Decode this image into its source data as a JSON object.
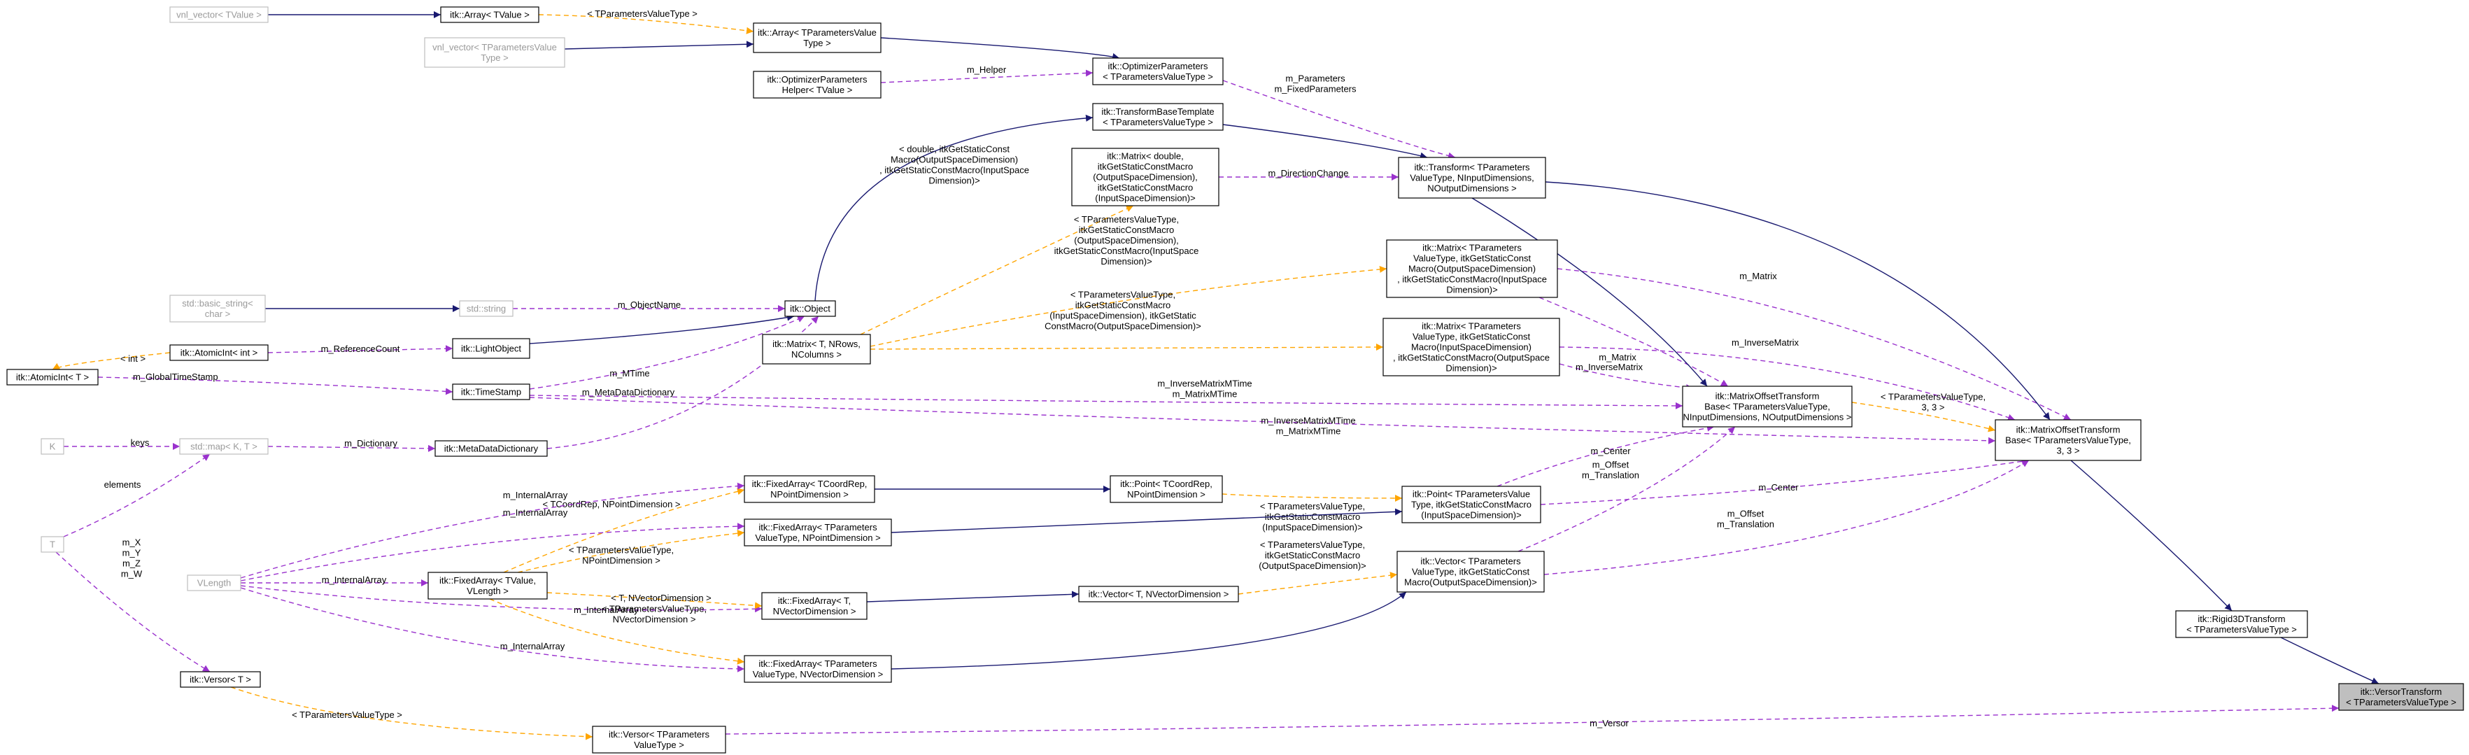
{
  "diagram": {
    "nodes": [
      {
        "id": "vnl_vector_tvalue",
        "label": [
          "vnl_vector< TValue >"
        ],
        "gray": true
      },
      {
        "id": "array_tvalue",
        "label": [
          "itk::Array< TValue >"
        ]
      },
      {
        "id": "array_tparams",
        "label": [
          "itk::Array< TParametersValue",
          "Type >"
        ]
      },
      {
        "id": "vnl_vector_tparams",
        "label": [
          "vnl_vector< TParametersValue",
          "Type >"
        ],
        "gray": true
      },
      {
        "id": "optimizer_params",
        "label": [
          "itk::OptimizerParameters",
          "< TParametersValueType >"
        ]
      },
      {
        "id": "optimizer_params_helper",
        "label": [
          "itk::OptimizerParameters",
          "Helper< TValue >"
        ]
      },
      {
        "id": "transform_base_template",
        "label": [
          "itk::TransformBaseTemplate",
          "< TParametersValueType >"
        ]
      },
      {
        "id": "matrix_double",
        "label": [
          "itk::Matrix< double,",
          "itkGetStaticConstMacro",
          "(OutputSpaceDimension),",
          "itkGetStaticConstMacro",
          "(InputSpaceDimension)>"
        ]
      },
      {
        "id": "transform_main",
        "label": [
          "itk::Transform< TParameters",
          "ValueType, NInputDimensions,",
          "NOutputDimensions >"
        ]
      },
      {
        "id": "std_basic_string",
        "label": [
          "std::basic_string<",
          "char >"
        ],
        "gray": true
      },
      {
        "id": "std_string",
        "label": [
          "std::string"
        ],
        "gray": true
      },
      {
        "id": "itk_object",
        "label": [
          "itk::Object"
        ]
      },
      {
        "id": "matrix_t_nrows",
        "label": [
          "itk::Matrix< T, NRows,",
          "NColumns >"
        ]
      },
      {
        "id": "matrix_tparams_out_in",
        "label": [
          "itk::Matrix< TParameters",
          "ValueType, itkGetStaticConst",
          "Macro(OutputSpaceDimension)",
          ", itkGetStaticConstMacro(InputSpace",
          "Dimension)>"
        ]
      },
      {
        "id": "matrix_tparams_in_out",
        "label": [
          "itk::Matrix< TParameters",
          "ValueType, itkGetStaticConst",
          "Macro(InputSpaceDimension)",
          ", itkGetStaticConstMacro(OutputSpace",
          "Dimension)>"
        ]
      },
      {
        "id": "atomicint_int",
        "label": [
          "itk::AtomicInt< int >"
        ]
      },
      {
        "id": "light_object",
        "label": [
          "itk::LightObject"
        ]
      },
      {
        "id": "atomicint_t",
        "label": [
          "itk::AtomicInt< T >"
        ]
      },
      {
        "id": "timestamp",
        "label": [
          "itk::TimeStamp"
        ]
      },
      {
        "id": "matrix_offset_base_generic",
        "label": [
          "itk::MatrixOffsetTransform",
          "Base< TParametersValueType,",
          "NInputDimensions, NOutputDimensions >"
        ]
      },
      {
        "id": "matrix_offset_base_33",
        "label": [
          "itk::MatrixOffsetTransform",
          "Base< TParametersValueType,",
          "3, 3 >"
        ]
      },
      {
        "id": "k_node",
        "label": [
          "K"
        ],
        "gray": true
      },
      {
        "id": "std_map",
        "label": [
          "std::map< K, T >"
        ],
        "gray": true
      },
      {
        "id": "metadata_dictionary",
        "label": [
          "itk::MetaDataDictionary"
        ]
      },
      {
        "id": "fixedarray_tcoordrep",
        "label": [
          "itk::FixedArray< TCoordRep,",
          "NPointDimension >"
        ]
      },
      {
        "id": "point_tcoordrep",
        "label": [
          "itk::Point< TCoordRep,",
          "NPointDimension >"
        ]
      },
      {
        "id": "point_tparams",
        "label": [
          "itk::Point< TParametersValue",
          "Type, itkGetStaticConstMacro",
          "(InputSpaceDimension)>"
        ]
      },
      {
        "id": "t_node",
        "label": [
          "T"
        ],
        "gray": true
      },
      {
        "id": "fixedarray_tparams_npoint",
        "label": [
          "itk::FixedArray< TParameters",
          "ValueType, NPointDimension >"
        ]
      },
      {
        "id": "vlength",
        "label": [
          "VLength"
        ],
        "gray": true
      },
      {
        "id": "fixedarray_tvalue_vlength",
        "label": [
          "itk::FixedArray< TValue,",
          "VLength >"
        ]
      },
      {
        "id": "fixedarray_t_nvector",
        "label": [
          "itk::FixedArray< T,",
          "NVectorDimension >"
        ]
      },
      {
        "id": "vector_t_nvector",
        "label": [
          "itk::Vector< T, NVectorDimension >"
        ]
      },
      {
        "id": "vector_tparams",
        "label": [
          "itk::Vector< TParameters",
          "ValueType, itkGetStaticConst",
          "Macro(OutputSpaceDimension)>"
        ]
      },
      {
        "id": "rigid3d_transform",
        "label": [
          "itk::Rigid3DTransform",
          "< TParametersValueType >"
        ]
      },
      {
        "id": "versor_t",
        "label": [
          "itk::Versor< T >"
        ]
      },
      {
        "id": "fixedarray_tparams_nvector",
        "label": [
          "itk::FixedArray< TParameters",
          "ValueType, NVectorDimension >"
        ]
      },
      {
        "id": "versor_transform",
        "label": [
          "itk::VersorTransform",
          "< TParametersValueType >"
        ],
        "focus": true
      },
      {
        "id": "versor_tparams",
        "label": [
          "itk::Versor< TParameters",
          "ValueType >"
        ]
      }
    ],
    "edges": [
      {
        "from": "vnl_vector_tvalue",
        "to": "array_tvalue",
        "kind": "inherit",
        "label": []
      },
      {
        "from": "array_tvalue",
        "to": "array_tparams",
        "kind": "template",
        "label": [
          "< TParametersValueType >"
        ]
      },
      {
        "from": "vnl_vector_tparams",
        "to": "array_tparams",
        "kind": "inherit",
        "label": []
      },
      {
        "from": "array_tparams",
        "to": "optimizer_params",
        "kind": "inherit",
        "label": []
      },
      {
        "from": "optimizer_params_helper",
        "to": "optimizer_params",
        "kind": "member",
        "label": [
          "m_Helper"
        ]
      },
      {
        "from": "optimizer_params",
        "to": "transform_main",
        "kind": "member",
        "label": [
          "m_Parameters",
          "m_FixedParameters"
        ]
      },
      {
        "from": "transform_base_template",
        "to": "transform_main",
        "kind": "inherit",
        "label": []
      },
      {
        "from": "itk_object",
        "to": "transform_base_template",
        "kind": "inherit",
        "label": []
      },
      {
        "from": "matrix_double",
        "to": "transform_main",
        "kind": "member",
        "label": [
          "m_DirectionChange"
        ]
      },
      {
        "from": "matrix_t_nrows",
        "to": "matrix_double",
        "kind": "template",
        "label": [
          "< double, itkGetStaticConst",
          "Macro(OutputSpaceDimension)",
          ", itkGetStaticConstMacro(InputSpace",
          "Dimension)>"
        ]
      },
      {
        "from": "std_basic_string",
        "to": "std_string",
        "kind": "inherit",
        "label": []
      },
      {
        "from": "std_string",
        "to": "itk_object",
        "kind": "member",
        "label": [
          "m_ObjectName"
        ]
      },
      {
        "from": "light_object",
        "to": "itk_object",
        "kind": "inherit",
        "label": []
      },
      {
        "from": "matrix_t_nrows",
        "to": "matrix_tparams_out_in",
        "kind": "template",
        "label": [
          "< TParametersValueType,",
          "itkGetStaticConstMacro",
          "(OutputSpaceDimension),",
          "itkGetStaticConstMacro(InputSpace",
          "Dimension)>"
        ]
      },
      {
        "from": "matrix_t_nrows",
        "to": "matrix_tparams_in_out",
        "kind": "template",
        "label": [
          "< TParametersValueType,",
          "itkGetStaticConstMacro",
          "(InputSpaceDimension), itkGetStatic",
          "ConstMacro(OutputSpaceDimension)>"
        ]
      },
      {
        "from": "atomicint_int",
        "to": "light_object",
        "kind": "member",
        "label": [
          "m_ReferenceCount"
        ]
      },
      {
        "from": "atomicint_t",
        "to": "atomicint_int",
        "kind": "template",
        "label": [
          "< int >"
        ]
      },
      {
        "from": "timestamp",
        "to": "itk_object",
        "kind": "member",
        "label": [
          "m_MTime"
        ]
      },
      {
        "from": "atomicint_t",
        "to": "timestamp",
        "kind": "member",
        "label": [
          "m_GlobalTimeStamp"
        ]
      },
      {
        "from": "metadata_dictionary",
        "to": "itk_object",
        "kind": "member",
        "label": [
          "m_MetaDataDictionary"
        ]
      },
      {
        "from": "matrix_tparams_out_in",
        "to": "matrix_offset_base_generic",
        "kind": "member",
        "label": [
          "m_Matrix"
        ]
      },
      {
        "from": "matrix_tparams_out_in",
        "to": "matrix_offset_base_33",
        "kind": "member",
        "label": [
          "m_Matrix"
        ]
      },
      {
        "from": "matrix_tparams_in_out",
        "to": "matrix_offset_base_generic",
        "kind": "member",
        "label": [
          "m_InverseMatrix"
        ]
      },
      {
        "from": "matrix_tparams_in_out",
        "to": "matrix_offset_base_33",
        "kind": "member",
        "label": [
          "m_InverseMatrix"
        ]
      },
      {
        "from": "timestamp",
        "to": "matrix_offset_base_generic",
        "kind": "member",
        "label": [
          "m_InverseMatrixMTime",
          "m_MatrixMTime"
        ]
      },
      {
        "from": "timestamp",
        "to": "matrix_offset_base_33",
        "kind": "member",
        "label": [
          "m_InverseMatrixMTime",
          "m_MatrixMTime"
        ]
      },
      {
        "from": "transform_main",
        "to": "matrix_offset_base_generic",
        "kind": "inherit",
        "label": []
      },
      {
        "from": "transform_main",
        "to": "matrix_offset_base_33",
        "kind": "inherit",
        "label": []
      },
      {
        "from": "matrix_offset_base_generic",
        "to": "matrix_offset_base_33",
        "kind": "template",
        "label": [
          "< TParametersValueType,",
          "3, 3 >"
        ]
      },
      {
        "from": "std_map",
        "to": "metadata_dictionary",
        "kind": "member",
        "label": [
          "m_Dictionary"
        ]
      },
      {
        "from": "k_node",
        "to": "std_map",
        "kind": "member",
        "label": [
          "keys"
        ]
      },
      {
        "from": "t_node",
        "to": "std_map",
        "kind": "member",
        "label": [
          "elements"
        ]
      },
      {
        "from": "fixedarray_tcoordrep",
        "to": "point_tcoordrep",
        "kind": "inherit",
        "label": []
      },
      {
        "from": "point_tcoordrep",
        "to": "point_tparams",
        "kind": "template",
        "label": [
          "< TParametersValueType,",
          "itkGetStaticConstMacro",
          "(InputSpaceDimension)>"
        ]
      },
      {
        "from": "fixedarray_tparams_npoint",
        "to": "point_tparams",
        "kind": "inherit",
        "label": []
      },
      {
        "from": "point_tparams",
        "to": "matrix_offset_base_generic",
        "kind": "member",
        "label": [
          "m_Center"
        ]
      },
      {
        "from": "point_tparams",
        "to": "matrix_offset_base_33",
        "kind": "member",
        "label": [
          "m_Center"
        ]
      },
      {
        "from": "fixedarray_tvalue_vlength",
        "to": "fixedarray_tcoordrep",
        "kind": "template",
        "label": [
          "< TCoordRep, NPointDimension >"
        ]
      },
      {
        "from": "fixedarray_tvalue_vlength",
        "to": "fixedarray_tparams_npoint",
        "kind": "template",
        "label": [
          "< TParametersValueType,",
          "NPointDimension >"
        ]
      },
      {
        "from": "vlength",
        "to": "fixedarray_tcoordrep",
        "kind": "member",
        "label": [
          "m_InternalArray"
        ]
      },
      {
        "from": "vlength",
        "to": "fixedarray_tparams_npoint",
        "kind": "member",
        "label": [
          "m_InternalArray"
        ]
      },
      {
        "from": "vlength",
        "to": "fixedarray_tvalue_vlength",
        "kind": "member",
        "label": [
          "m_InternalArray"
        ]
      },
      {
        "from": "vlength",
        "to": "fixedarray_t_nvector",
        "kind": "member",
        "label": [
          "m_InternalArray"
        ]
      },
      {
        "from": "vlength",
        "to": "fixedarray_tparams_nvector",
        "kind": "member",
        "label": [
          "m_InternalArray"
        ]
      },
      {
        "from": "fixedarray_tvalue_vlength",
        "to": "fixedarray_t_nvector",
        "kind": "template",
        "label": [
          "< T, NVectorDimension >"
        ]
      },
      {
        "from": "fixedarray_tvalue_vlength",
        "to": "fixedarray_tparams_nvector",
        "kind": "template",
        "label": [
          "< TParametersValueType,",
          "NVectorDimension >"
        ]
      },
      {
        "from": "fixedarray_t_nvector",
        "to": "vector_t_nvector",
        "kind": "inherit",
        "label": []
      },
      {
        "from": "vector_t_nvector",
        "to": "vector_tparams",
        "kind": "template",
        "label": [
          "< TParametersValueType,",
          "itkGetStaticConstMacro",
          "(OutputSpaceDimension)>"
        ]
      },
      {
        "from": "fixedarray_tparams_nvector",
        "to": "vector_tparams",
        "kind": "inherit",
        "label": []
      },
      {
        "from": "vector_tparams",
        "to": "matrix_offset_base_generic",
        "kind": "member",
        "label": [
          "m_Offset",
          "m_Translation"
        ]
      },
      {
        "from": "vector_tparams",
        "to": "matrix_offset_base_33",
        "kind": "member",
        "label": [
          "m_Offset",
          "m_Translation"
        ]
      },
      {
        "from": "matrix_offset_base_33",
        "to": "rigid3d_transform",
        "kind": "inherit",
        "label": []
      },
      {
        "from": "rigid3d_transform",
        "to": "versor_transform",
        "kind": "inherit",
        "label": []
      },
      {
        "from": "t_node",
        "to": "versor_t",
        "kind": "member",
        "label": [
          "m_X",
          "m_Y",
          "m_Z",
          "m_W"
        ]
      },
      {
        "from": "versor_t",
        "to": "versor_tparams",
        "kind": "template",
        "label": [
          "< TParametersValueType >"
        ]
      },
      {
        "from": "versor_tparams",
        "to": "versor_transform",
        "kind": "member",
        "label": [
          "m_Versor"
        ]
      }
    ]
  },
  "colors": {
    "inherit": "#191970",
    "member": "#9a32cd",
    "template": "#ffa500",
    "focus_fill": "#bfbfbf",
    "border": "#000000",
    "gray_border": "#bfbfbf",
    "gray_text": "#9a9a9a"
  }
}
